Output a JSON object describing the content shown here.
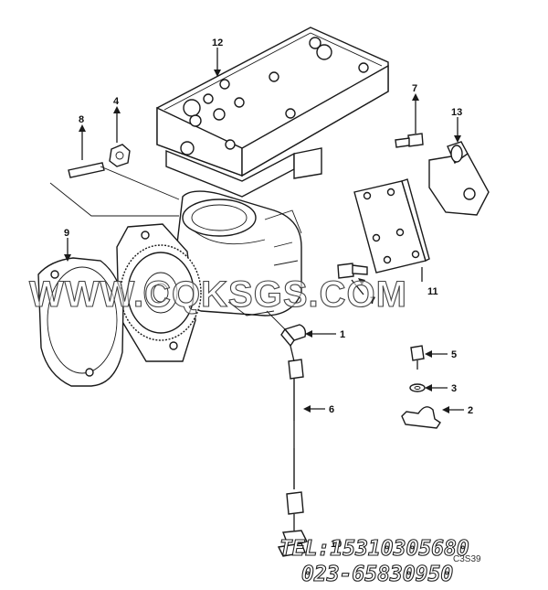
{
  "callouts": {
    "c1": "1",
    "c2": "2",
    "c3": "3",
    "c4": "4",
    "c5": "5",
    "c6": "6",
    "c7a": "7",
    "c7b": "7",
    "c8": "8",
    "c9": "9",
    "c11": "11",
    "c12": "12",
    "c13": "13",
    "c10": "10"
  },
  "watermark": {
    "site": "WWW.CQKSGS.COM",
    "tel": "TEL:15310305680",
    "phone2": "023-65830950"
  },
  "corner_code": "C3S39"
}
